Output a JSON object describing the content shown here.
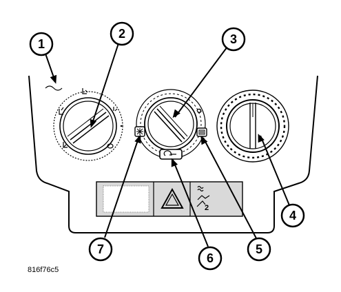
{
  "figure": {
    "id_label": "816f76c5"
  },
  "callouts": [
    {
      "label": "1"
    },
    {
      "label": "2"
    },
    {
      "label": "3"
    },
    {
      "label": "4"
    },
    {
      "label": "5"
    },
    {
      "label": "6"
    },
    {
      "label": "7"
    }
  ],
  "hazard_panel": {
    "seat_heat_label": "2"
  },
  "icons": {
    "left_knob": [
      "face-vent-icon",
      "bilevel-icon",
      "floor-icon",
      "defrost-floor-icon",
      "defrost-icon"
    ],
    "center_knob": [
      "fan-icon",
      "snowflake-icon"
    ],
    "buttons": [
      "ac-snowflake-icon",
      "recirculation-icon",
      "rear-defrost-icon"
    ],
    "lower_panel": [
      "hazard-triangle-icon",
      "seat-heater-icon"
    ]
  }
}
